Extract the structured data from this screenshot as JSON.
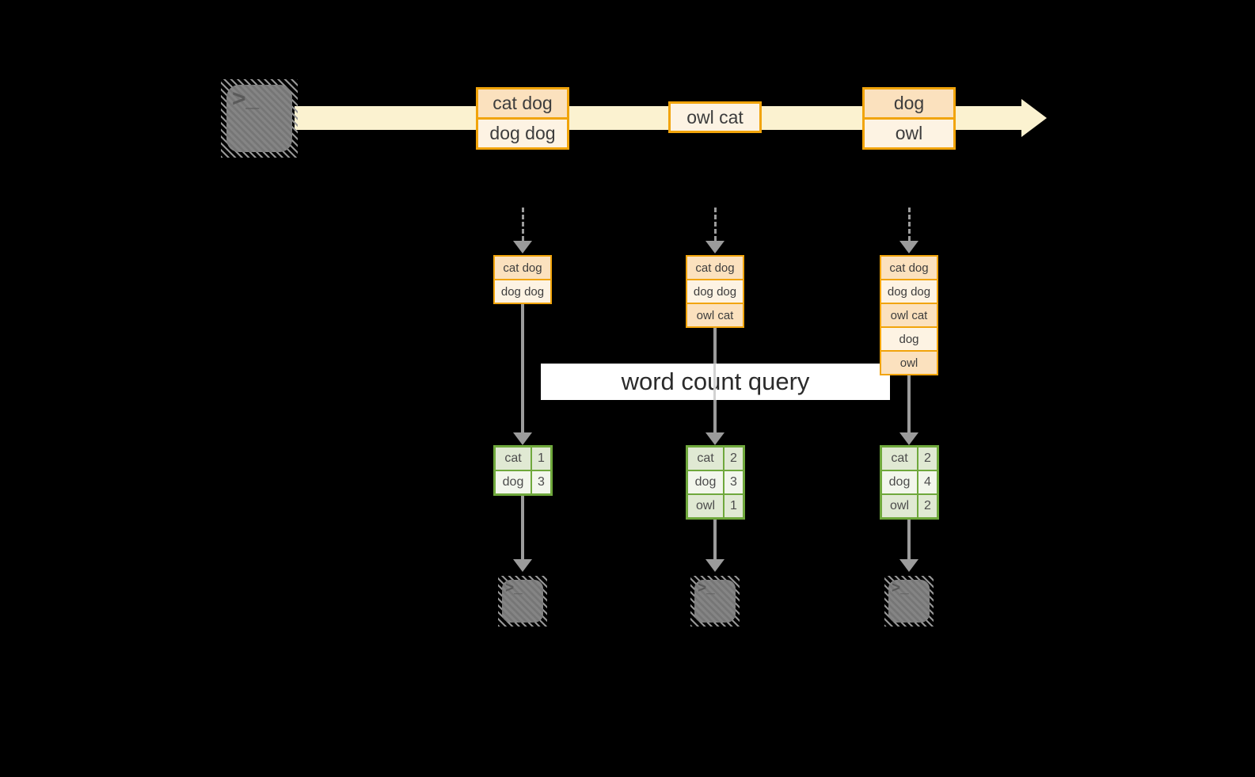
{
  "colors": {
    "bg": "#000000",
    "orange": "#F1A40B",
    "peach": "#FBE1BE",
    "cream": "#FDF3E3",
    "band": "#FBF2D0",
    "green": "#6FA83C",
    "gdark": "#E0E9D3",
    "glight": "#F2F6EC",
    "gray": "#9B9B9B",
    "term": "#7D7D7D",
    "qbg": "#FFFFFF",
    "text": "#3D3D3D"
  },
  "source_terminal": {
    "glyph": ">_"
  },
  "stream": {
    "boxes": [
      {
        "rows": [
          "cat dog",
          "dog dog"
        ]
      },
      {
        "rows": [
          "owl cat"
        ]
      },
      {
        "rows": [
          "dog",
          "owl"
        ]
      }
    ]
  },
  "query": {
    "label": "word count query"
  },
  "columns": [
    {
      "buffer": [
        "cat dog",
        "dog dog"
      ],
      "counts": [
        {
          "word": "cat",
          "count": "1"
        },
        {
          "word": "dog",
          "count": "3"
        }
      ],
      "terminal_glyph": ">_"
    },
    {
      "buffer": [
        "cat dog",
        "dog dog",
        "owl cat"
      ],
      "counts": [
        {
          "word": "cat",
          "count": "2"
        },
        {
          "word": "dog",
          "count": "3"
        },
        {
          "word": "owl",
          "count": "1"
        }
      ],
      "terminal_glyph": ">_"
    },
    {
      "buffer": [
        "cat dog",
        "dog dog",
        "owl cat",
        "dog",
        "owl"
      ],
      "counts": [
        {
          "word": "cat",
          "count": "2"
        },
        {
          "word": "dog",
          "count": "4"
        },
        {
          "word": "owl",
          "count": "2"
        }
      ],
      "terminal_glyph": ">_"
    }
  ]
}
